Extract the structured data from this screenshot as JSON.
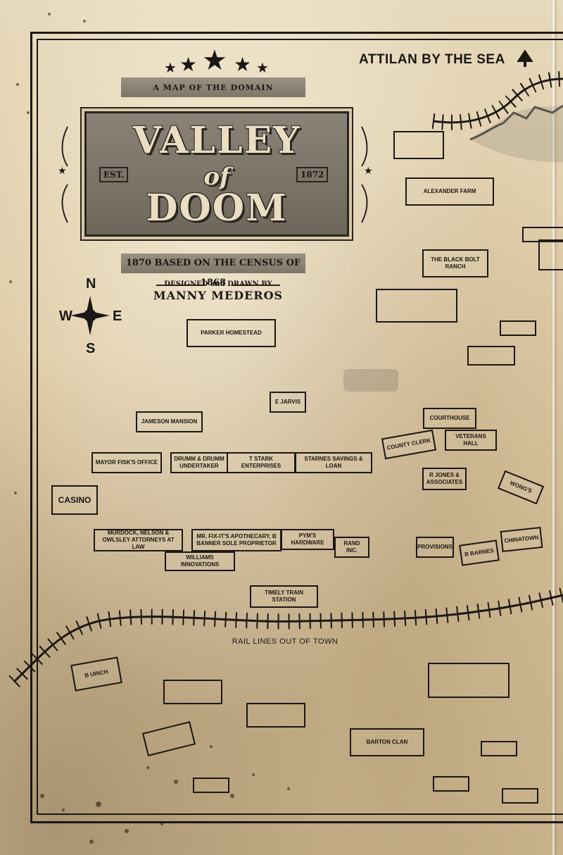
{
  "map_title": {
    "ribbon_text": "A MAP OF THE DOMAIN",
    "line1": "VALLEY",
    "line2": "of",
    "line3": "DOOM",
    "est_label": "EST.",
    "est_year": "1872",
    "census_text": "1870 BASED ON THE CENSUS OF 1868",
    "designed_by": "DESIGNED and DRAWN BY",
    "author": "MANNY MEDEROS"
  },
  "compass": {
    "n": "N",
    "s": "S",
    "e": "E",
    "w": "W"
  },
  "destination": "ATTILAN BY THE SEA",
  "rail_label": "RAIL LINES OUT OF TOWN",
  "buildings": {
    "alexander_farm": "ALEXANDER FARM",
    "black_bolt_ranch": "THE BLACK BOLT RANCH",
    "parker_homestead": "PARKER HOMESTEAD",
    "e_jarvis": "E JARVIS",
    "jameson_mansion": "JAMESON MANSION",
    "courthouse": "COURTHOUSE",
    "county_clerk": "COUNTY CLERK",
    "veterans_hall": "VETERANS HALL",
    "mayor_fisk": "MAYOR FISK'S OFFICE",
    "drumm": "DRUMM & DRUMM UNDERTAKER",
    "t_stark": "T STARK ENTERPRISES",
    "starnes": "STARNES SAVINGS & LOAN",
    "r_jones": "R JONES & ASSOCIATES",
    "wongs": "WONG'S",
    "casino": "CASINO",
    "murdock": "MURDOCK, NELSON & OWLSLEY ATTORNEYS AT LAW",
    "fix_it": "MR. FIX-IT'S APOTHECARY, B BANNER SOLE PROPRIETOR",
    "pyms": "PYM'S HARDWARE",
    "rand": "RAND INC.",
    "provisions": "PROVISIONS",
    "b_barnes": "B BARNES",
    "chinatown": "CHINATOWN",
    "williams": "WILLIAMS INNOVATIONS",
    "timely": "TIMELY TRAIN STATION",
    "b_urich": "B URICH",
    "barton": "BARTON CLAN"
  },
  "colors": {
    "ink": "#1b1714",
    "parchment": "#dcc8a2",
    "plaque": "#7d7669",
    "plaque_text": "#e9ddc2"
  }
}
